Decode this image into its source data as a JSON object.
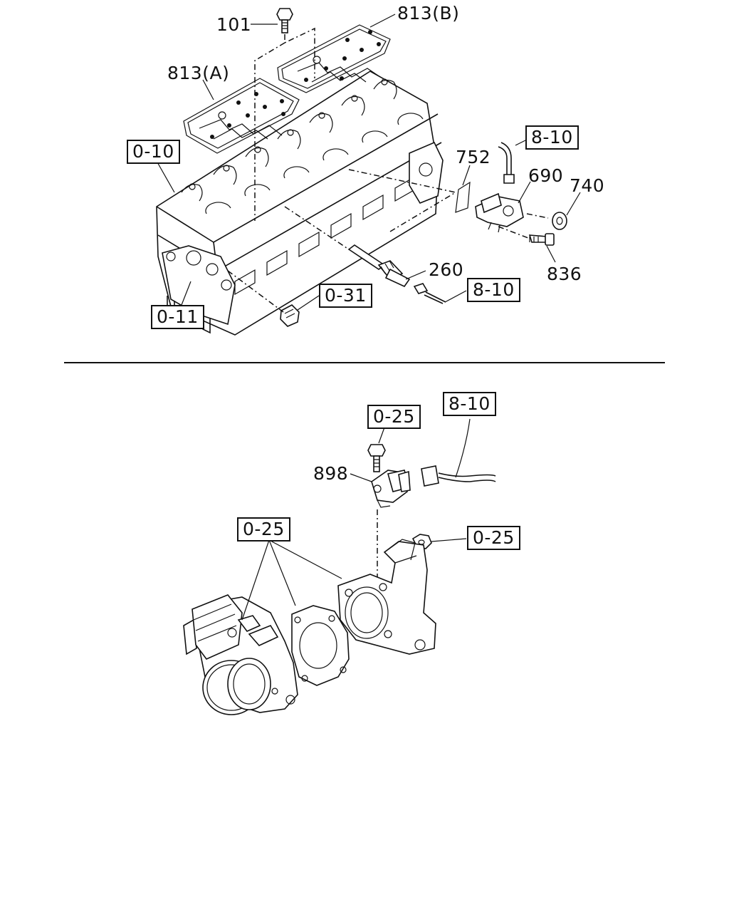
{
  "diagram": {
    "upper_callouts": {
      "c101": "101",
      "c813b": "813(B)",
      "c813a": "813(A)",
      "c752": "752",
      "c690": "690",
      "c740": "740",
      "c260": "260",
      "c836": "836"
    },
    "upper_refs": {
      "r010": "0-10",
      "r011": "0-11",
      "r031": "0-31",
      "r810_sensor": "8-10",
      "r810_harness": "8-10"
    },
    "lower_callouts": {
      "c898": "898"
    },
    "lower_refs": {
      "r025_bolt": "0-25",
      "r810": "8-10",
      "r025_throttle": "0-25",
      "r025_nut": "0-25"
    }
  }
}
